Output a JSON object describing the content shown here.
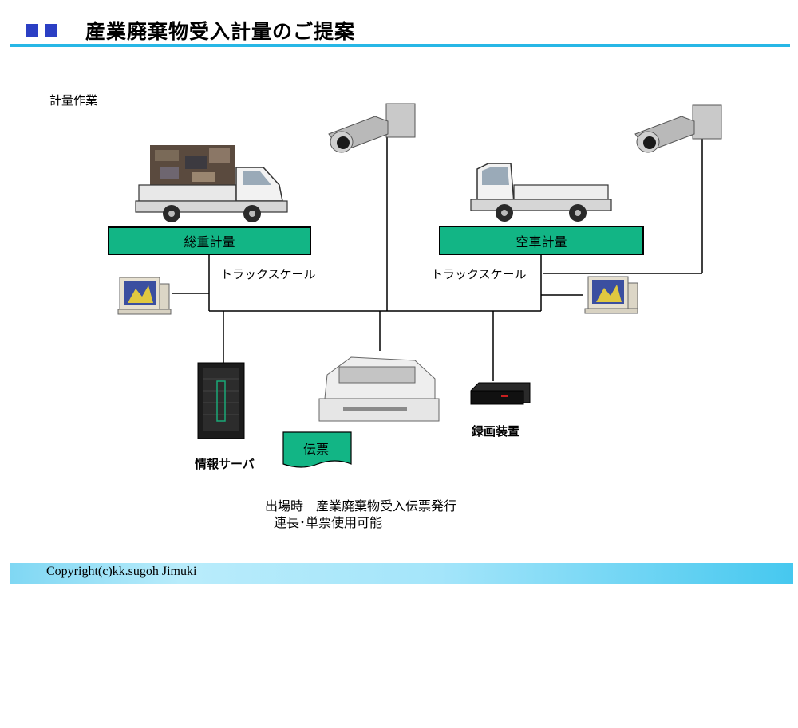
{
  "header": {
    "title": "産業廃棄物受入計量のご提案",
    "accent_color": "#2b3fc4",
    "rule_color": "#27b7e6"
  },
  "section_label": "計量作業",
  "diagram": {
    "scale_left_label": "総重計量",
    "scale_right_label": "空車計量",
    "track_scale_left": "トラックスケール",
    "track_scale_right": "トラックスケール",
    "scale_bar_color": "#12b585",
    "server_label": "情報サーバ",
    "recorder_label": "録画装置",
    "slip_label": "伝票",
    "slip_color": "#12b585",
    "note_line1": "出場時　産業廃棄物受入伝票発行",
    "note_line2": "連長･単票使用可能"
  },
  "footer": {
    "copyright": "Copyright(c)kk.sugoh Jimuki"
  }
}
